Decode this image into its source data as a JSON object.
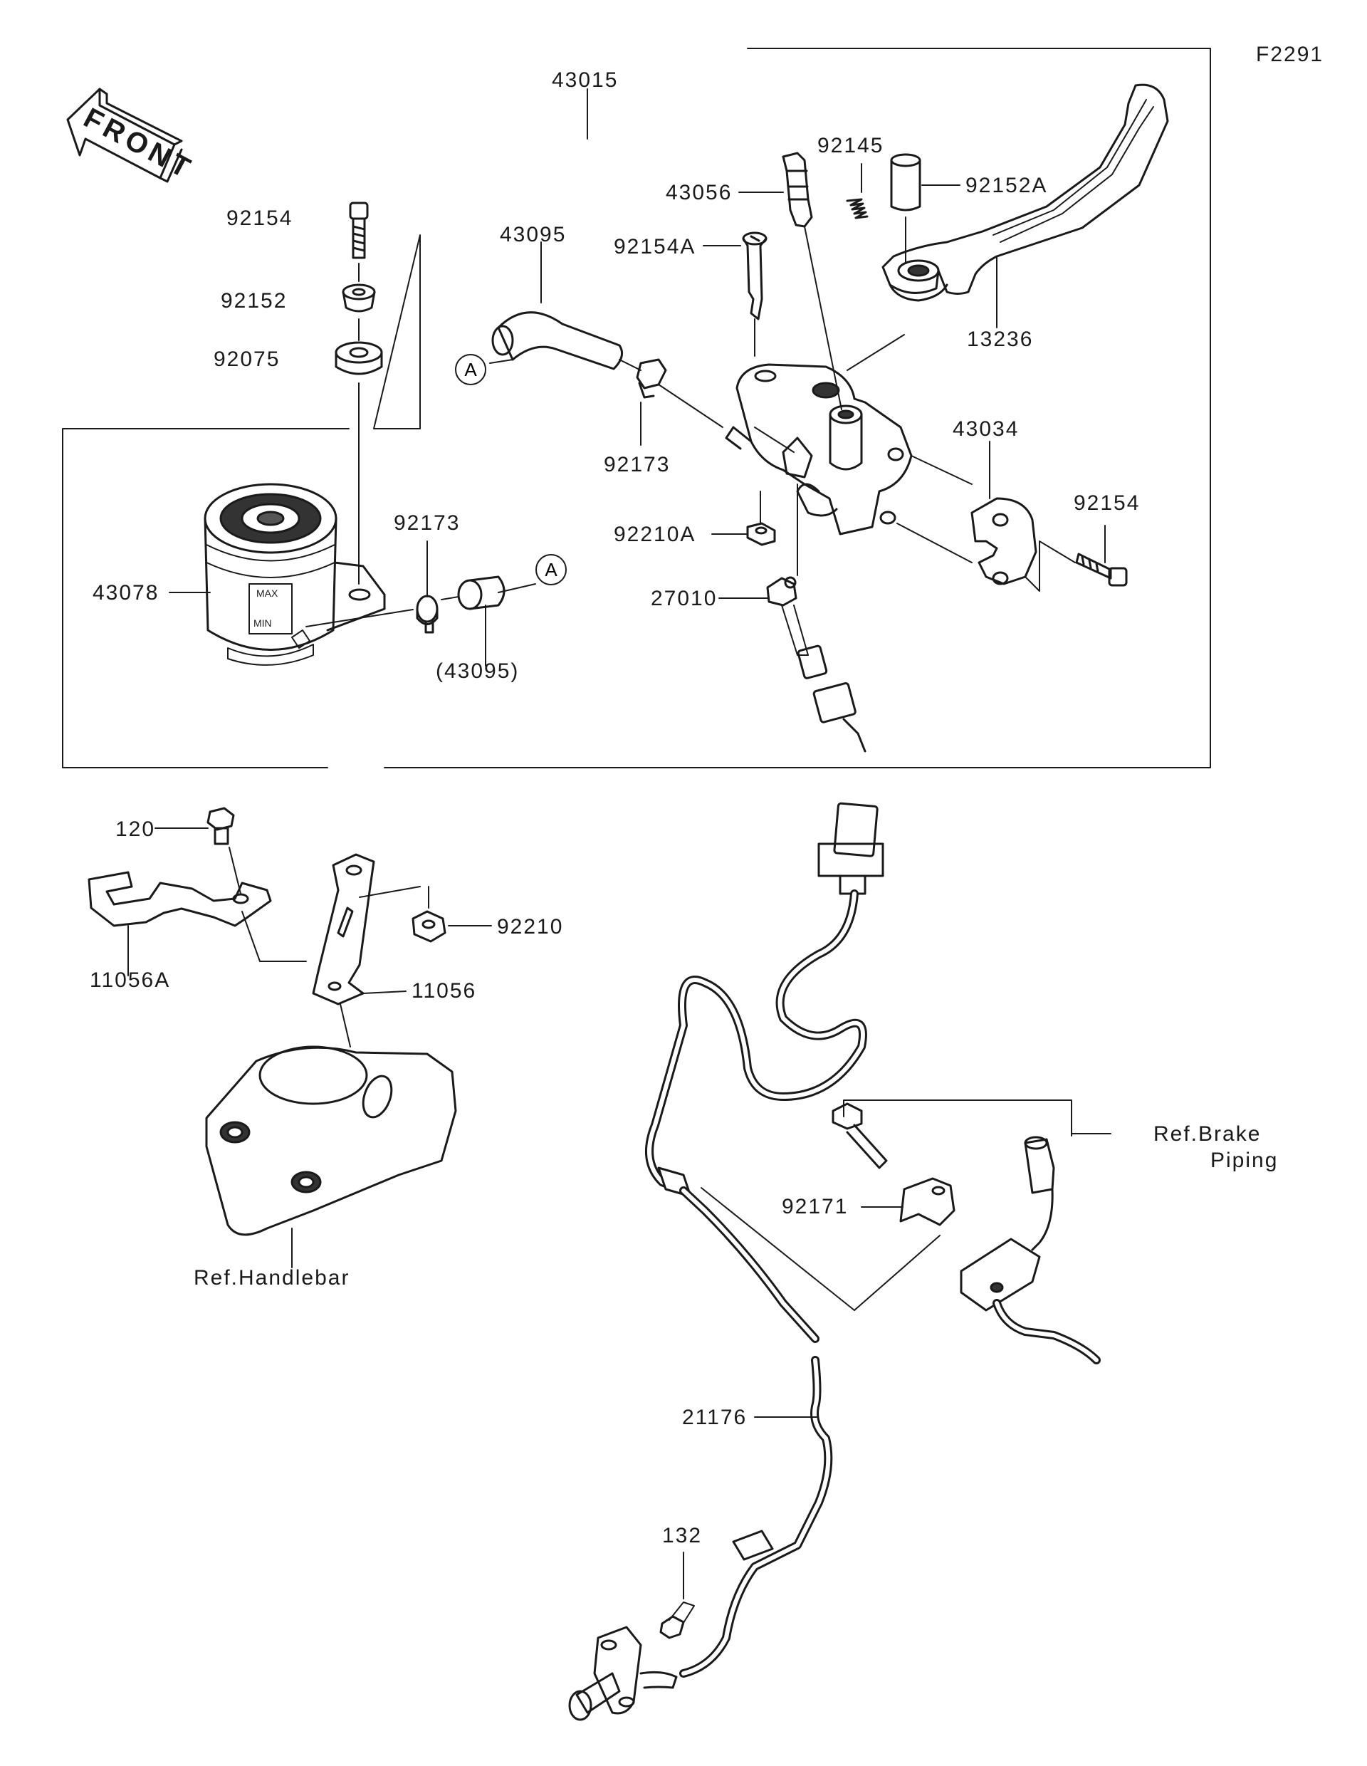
{
  "figure_code": "F2291",
  "front_arrow": {
    "text": "FRONT",
    "icon": "front-direction-arrow-icon"
  },
  "callout_letter": "A",
  "parts": [
    {
      "id": "p43015",
      "label": "43015"
    },
    {
      "id": "p92154_top",
      "label": "92154"
    },
    {
      "id": "p92152",
      "label": "92152"
    },
    {
      "id": "p92075",
      "label": "92075"
    },
    {
      "id": "p43078",
      "label": "43078"
    },
    {
      "id": "p92173_left",
      "label": "92173"
    },
    {
      "id": "p43095_paren",
      "label": "(43095)"
    },
    {
      "id": "p43095",
      "label": "43095"
    },
    {
      "id": "p43056",
      "label": "43056"
    },
    {
      "id": "p92145",
      "label": "92145"
    },
    {
      "id": "p92152A",
      "label": "92152A"
    },
    {
      "id": "p92154A",
      "label": "92154A"
    },
    {
      "id": "p13236",
      "label": "13236"
    },
    {
      "id": "p92173_mid",
      "label": "92173"
    },
    {
      "id": "p43034",
      "label": "43034"
    },
    {
      "id": "p92154_right",
      "label": "92154"
    },
    {
      "id": "p92210A",
      "label": "92210A"
    },
    {
      "id": "p27010",
      "label": "27010"
    },
    {
      "id": "p120",
      "label": "120"
    },
    {
      "id": "p92210",
      "label": "92210"
    },
    {
      "id": "p11056A",
      "label": "11056A"
    },
    {
      "id": "p11056",
      "label": "11056"
    },
    {
      "id": "p92171",
      "label": "92171"
    },
    {
      "id": "p21176",
      "label": "21176"
    },
    {
      "id": "p132",
      "label": "132"
    }
  ],
  "references": {
    "brake_piping_line1": "Ref.Brake",
    "brake_piping_line2": "Piping",
    "handlebar": "Ref.Handlebar"
  }
}
